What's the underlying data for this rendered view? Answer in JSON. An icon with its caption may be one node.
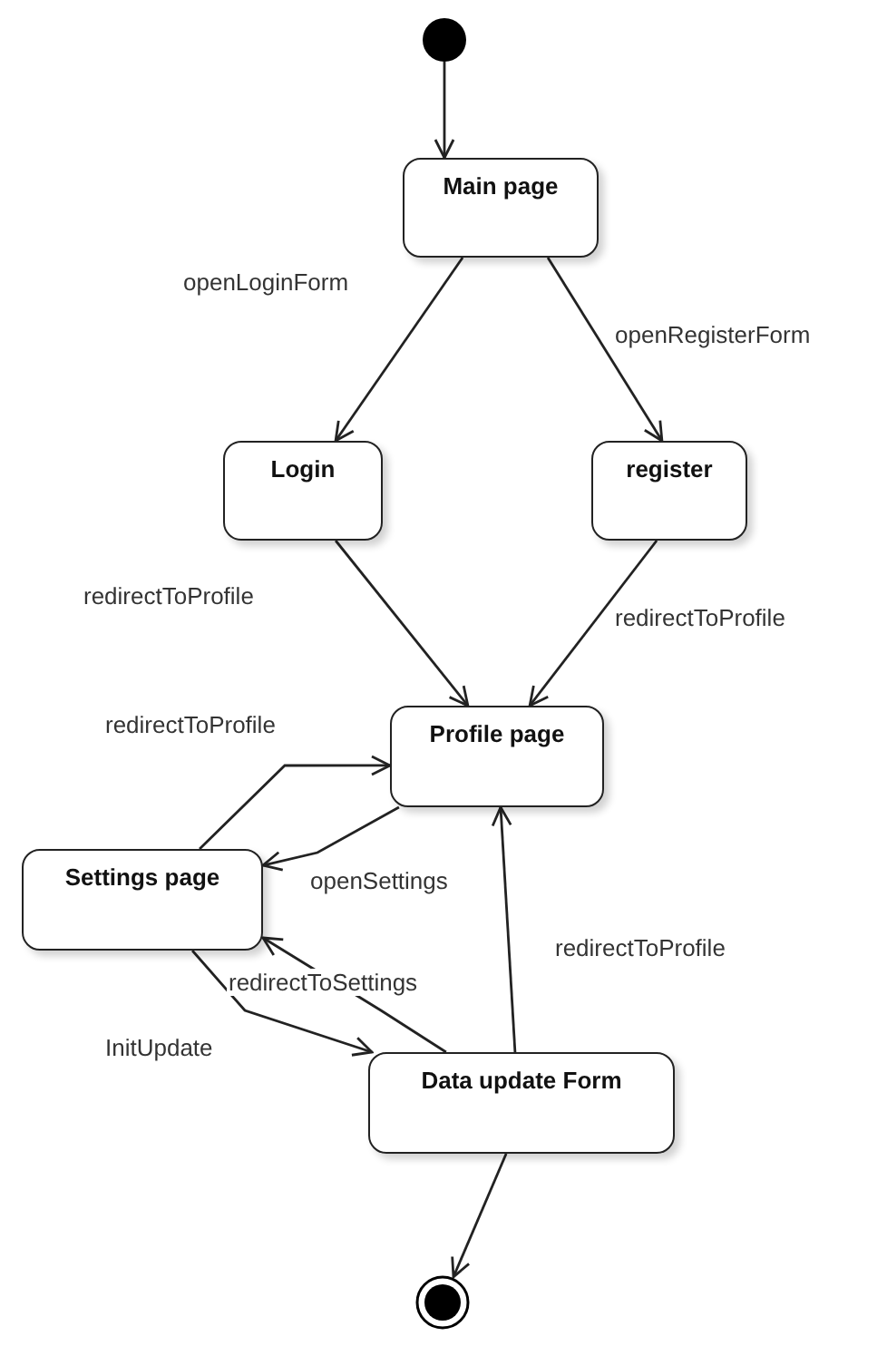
{
  "diagram": {
    "nodes": [
      {
        "text": [],
        "shape": "circle"
      },
      {
        "text": [
          "Main page"
        ]
      },
      {
        "text": [
          "Login"
        ]
      },
      {
        "text": [
          "register"
        ]
      },
      {
        "text": [
          "Profile page"
        ]
      },
      {
        "text": [
          "Settings page"
        ]
      },
      {
        "text": [
          "Data update Form"
        ]
      },
      {
        "text": [],
        "shape": "bullseye"
      }
    ],
    "edges": [
      {
        "from": 0,
        "to": 1,
        "arrow": "to"
      },
      {
        "from": 1,
        "to": 2,
        "arrow": "to",
        "label": "openLoginForm"
      },
      {
        "from": 1,
        "to": 3,
        "arrow": "to",
        "label": "openRegisterForm"
      },
      {
        "from": 2,
        "to": 4,
        "arrow": "to",
        "label": "redirectToProfile"
      },
      {
        "from": 3,
        "to": 4,
        "arrow": "to",
        "label": "redirectToProfile"
      },
      {
        "from": 5,
        "to": 4,
        "arrow": "to",
        "label": "redirectToProfile"
      },
      {
        "from": 4,
        "to": 5,
        "arrow": "to",
        "label": "openSettings"
      },
      {
        "from": 6,
        "to": 5,
        "arrow": "to",
        "label": "redirectToSettings"
      },
      {
        "from": 5,
        "to": 6,
        "arrow": "to",
        "label": "InitUpdate"
      },
      {
        "from": 6,
        "to": 4,
        "arrow": "to",
        "label": "redirectToProfile"
      },
      {
        "from": 6,
        "to": 7,
        "arrow": "to"
      }
    ]
  }
}
